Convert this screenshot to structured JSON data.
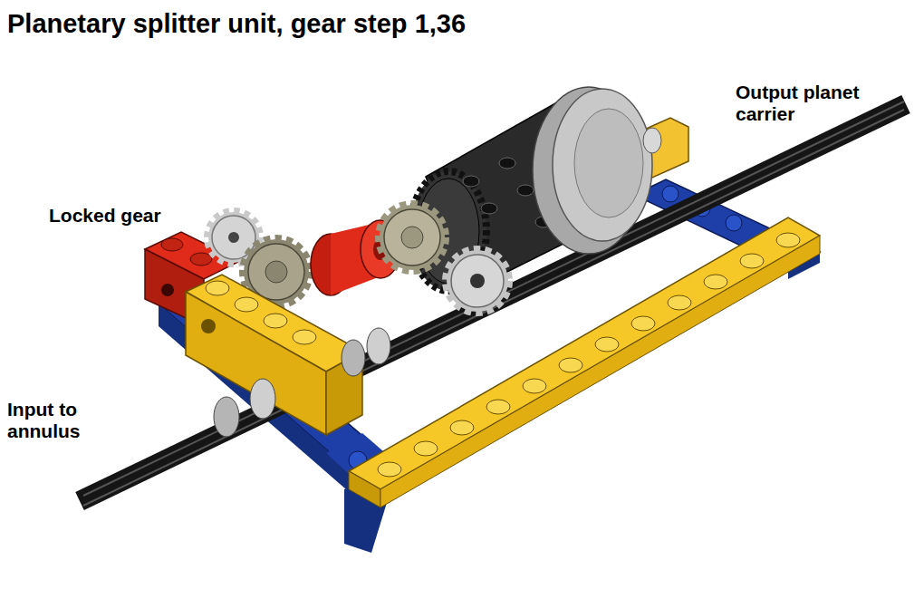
{
  "diagram": {
    "title": "Planetary splitter unit, gear step 1,36",
    "labels": [
      "Locked gear",
      "Output planet carrier",
      "Input to annulus"
    ]
  }
}
